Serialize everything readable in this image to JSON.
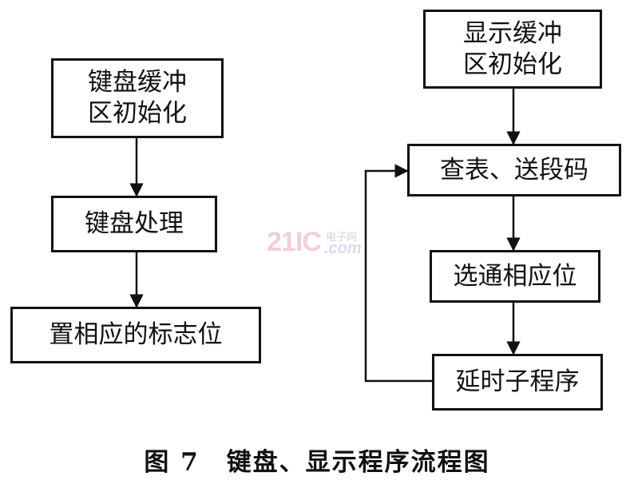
{
  "left_flow": {
    "kb_init": [
      "键盘缓冲",
      "区初始化"
    ],
    "kb_process": "键盘处理",
    "set_flag": "置相应的标志位"
  },
  "right_flow": {
    "disp_init": [
      "显示缓冲",
      "区初始化"
    ],
    "lookup": "查表、送段码",
    "select": "选通相应位",
    "delay": "延时子程序"
  },
  "caption": {
    "figure": "图 7",
    "title": "键盘、显示程序流程图"
  },
  "watermark": {
    "number": "21IC",
    "site_cn": "电子网",
    "domain": ".com"
  },
  "colors": {
    "ink": "#111111",
    "watermark_red": "#e9a8b8",
    "watermark_violet": "#c9b6e6"
  }
}
